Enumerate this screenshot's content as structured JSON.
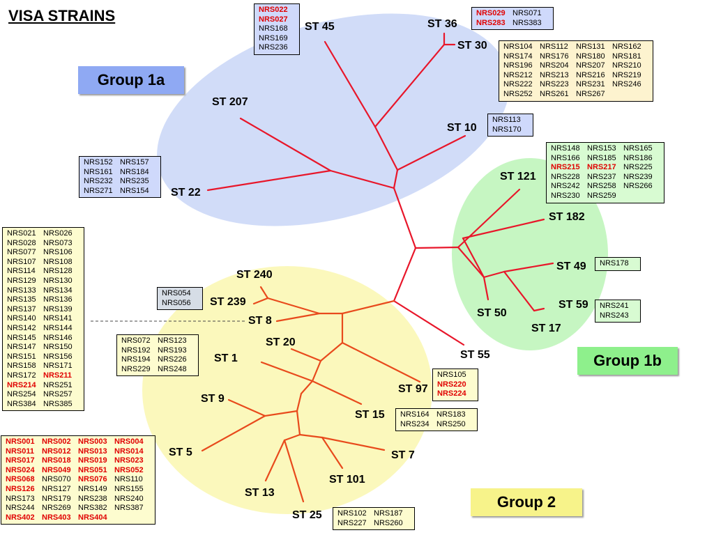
{
  "title": "VISA STRAINS",
  "groups": [
    {
      "id": "g1a",
      "label": "Group 1a",
      "color": "#8fa9f3"
    },
    {
      "id": "g1b",
      "label": "Group 1b",
      "color": "#8ef08c"
    },
    {
      "id": "g2",
      "label": "Group 2",
      "color": "#f7f38a"
    }
  ],
  "colors": {
    "tree_group1": "#e8162a",
    "tree_group2": "#e84a1c",
    "strain_highlight": "#e00000",
    "box_group1a": "#cfd9fb",
    "box_st30": "#fdf3cf",
    "box_group1b": "#d8fbd2",
    "box_group2": "#fdfccf",
    "box_st239": "#d6dde6"
  },
  "st_labels": [
    "ST 45",
    "ST 36",
    "ST 30",
    "ST 207",
    "ST 10",
    "ST 22",
    "ST 121",
    "ST 182",
    "ST 49",
    "ST 59",
    "ST 50",
    "ST 17",
    "ST 55",
    "ST 240",
    "ST 239",
    "ST 8",
    "ST 20",
    "ST 1",
    "ST 97",
    "ST 9",
    "ST 15",
    "ST 5",
    "ST 7",
    "ST 101",
    "ST 13",
    "ST 25"
  ],
  "boxes": [
    {
      "id": "box-st45",
      "rows": [
        [
          {
            "t": "NRS022",
            "r": true
          }
        ],
        [
          {
            "t": "NRS027",
            "r": true
          }
        ],
        [
          {
            "t": "NRS168"
          }
        ],
        [
          {
            "t": "NRS169"
          }
        ],
        [
          {
            "t": "NRS236"
          }
        ]
      ]
    },
    {
      "id": "box-st36",
      "rows": [
        [
          {
            "t": "NRS029",
            "r": true
          },
          {
            "t": "NRS071"
          }
        ],
        [
          {
            "t": "NRS283",
            "r": true
          },
          {
            "t": "NRS383"
          }
        ]
      ]
    },
    {
      "id": "box-st30",
      "rows": [
        [
          {
            "t": "NRS104"
          },
          {
            "t": "NRS112"
          },
          {
            "t": "NRS131"
          },
          {
            "t": "NRS162"
          }
        ],
        [
          {
            "t": "NRS174"
          },
          {
            "t": "NRS176"
          },
          {
            "t": "NRS180"
          },
          {
            "t": "NRS181"
          }
        ],
        [
          {
            "t": "NRS196"
          },
          {
            "t": "NRS204"
          },
          {
            "t": "NRS207"
          },
          {
            "t": "NRS210"
          }
        ],
        [
          {
            "t": "NRS212"
          },
          {
            "t": "NRS213"
          },
          {
            "t": "NRS216"
          },
          {
            "t": "NRS219"
          }
        ],
        [
          {
            "t": "NRS222"
          },
          {
            "t": "NRS223"
          },
          {
            "t": "NRS231"
          },
          {
            "t": "NRS246"
          }
        ],
        [
          {
            "t": "NRS252"
          },
          {
            "t": "NRS261"
          },
          {
            "t": "NRS267"
          }
        ]
      ]
    },
    {
      "id": "box-st10",
      "rows": [
        [
          {
            "t": "NRS113"
          }
        ],
        [
          {
            "t": "NRS170"
          }
        ]
      ]
    },
    {
      "id": "box-st22",
      "rows": [
        [
          {
            "t": "NRS152"
          },
          {
            "t": "NRS157"
          }
        ],
        [
          {
            "t": "NRS161"
          },
          {
            "t": "NRS184"
          }
        ],
        [
          {
            "t": "NRS232"
          },
          {
            "t": "NRS235"
          }
        ],
        [
          {
            "t": "NRS271"
          },
          {
            "t": "NRS154"
          }
        ]
      ]
    },
    {
      "id": "box-st121",
      "rows": [
        [
          {
            "t": "NRS148"
          },
          {
            "t": "NRS153"
          },
          {
            "t": "NRS165"
          }
        ],
        [
          {
            "t": "NRS166"
          },
          {
            "t": "NRS185"
          },
          {
            "t": "NRS186"
          }
        ],
        [
          {
            "t": "NRS215",
            "r": true
          },
          {
            "t": "NRS217",
            "r": true
          },
          {
            "t": "NRS225"
          }
        ],
        [
          {
            "t": "NRS228"
          },
          {
            "t": "NRS237"
          },
          {
            "t": "NRS239"
          }
        ],
        [
          {
            "t": "NRS242"
          },
          {
            "t": "NRS258"
          },
          {
            "t": "NRS266"
          }
        ],
        [
          {
            "t": "NRS230"
          },
          {
            "t": "NRS259"
          }
        ]
      ]
    },
    {
      "id": "box-st49",
      "rows": [
        [
          {
            "t": "NRS178"
          }
        ]
      ]
    },
    {
      "id": "box-st59",
      "rows": [
        [
          {
            "t": "NRS241"
          }
        ],
        [
          {
            "t": "NRS243"
          }
        ]
      ]
    },
    {
      "id": "box-st8",
      "rows": [
        [
          {
            "t": "NRS021"
          },
          {
            "t": "NRS026"
          }
        ],
        [
          {
            "t": "NRS028"
          },
          {
            "t": "NRS073"
          }
        ],
        [
          {
            "t": "NRS077"
          },
          {
            "t": "NRS106"
          }
        ],
        [
          {
            "t": "NRS107"
          },
          {
            "t": "NRS108"
          }
        ],
        [
          {
            "t": "NRS114"
          },
          {
            "t": "NRS128"
          }
        ],
        [
          {
            "t": "NRS129"
          },
          {
            "t": "NRS130"
          }
        ],
        [
          {
            "t": "NRS133"
          },
          {
            "t": "NRS134"
          }
        ],
        [
          {
            "t": "NRS135"
          },
          {
            "t": "NRS136"
          }
        ],
        [
          {
            "t": "NRS137"
          },
          {
            "t": "NRS139"
          }
        ],
        [
          {
            "t": "NRS140"
          },
          {
            "t": "NRS141"
          }
        ],
        [
          {
            "t": "NRS142"
          },
          {
            "t": "NRS144"
          }
        ],
        [
          {
            "t": "NRS145"
          },
          {
            "t": "NRS146"
          }
        ],
        [
          {
            "t": "NRS147"
          },
          {
            "t": "NRS150"
          }
        ],
        [
          {
            "t": "NRS151"
          },
          {
            "t": "NRS156"
          }
        ],
        [
          {
            "t": "NRS158"
          },
          {
            "t": "NRS171"
          }
        ],
        [
          {
            "t": "NRS172"
          },
          {
            "t": "NRS211",
            "r": true
          }
        ],
        [
          {
            "t": "NRS214",
            "r": true
          },
          {
            "t": "NRS251"
          }
        ],
        [
          {
            "t": "NRS254"
          },
          {
            "t": "NRS257"
          }
        ],
        [
          {
            "t": "NRS384"
          },
          {
            "t": "NRS385"
          }
        ]
      ]
    },
    {
      "id": "box-st239",
      "rows": [
        [
          {
            "t": "NRS054"
          }
        ],
        [
          {
            "t": "NRS056"
          }
        ]
      ]
    },
    {
      "id": "box-st1",
      "rows": [
        [
          {
            "t": "NRS072"
          },
          {
            "t": "NRS123"
          }
        ],
        [
          {
            "t": "NRS192"
          },
          {
            "t": "NRS193"
          }
        ],
        [
          {
            "t": "NRS194"
          },
          {
            "t": "NRS226"
          }
        ],
        [
          {
            "t": "NRS229"
          },
          {
            "t": "NRS248"
          }
        ]
      ]
    },
    {
      "id": "box-st97",
      "rows": [
        [
          {
            "t": "NRS105"
          }
        ],
        [
          {
            "t": "NRS220",
            "r": true
          }
        ],
        [
          {
            "t": "NRS224",
            "r": true
          }
        ]
      ]
    },
    {
      "id": "box-st15",
      "rows": [
        [
          {
            "t": "NRS164"
          },
          {
            "t": "NRS183"
          }
        ],
        [
          {
            "t": "NRS234"
          },
          {
            "t": "NRS250"
          }
        ]
      ]
    },
    {
      "id": "box-st5",
      "rows": [
        [
          {
            "t": "NRS001",
            "r": true
          },
          {
            "t": "NRS002",
            "r": true
          },
          {
            "t": "NRS003",
            "r": true
          },
          {
            "t": "NRS004",
            "r": true
          }
        ],
        [
          {
            "t": "NRS011",
            "r": true
          },
          {
            "t": "NRS012",
            "r": true
          },
          {
            "t": "NRS013",
            "r": true
          },
          {
            "t": "NRS014",
            "r": true
          }
        ],
        [
          {
            "t": "NRS017",
            "r": true
          },
          {
            "t": "NRS018",
            "r": true
          },
          {
            "t": "NRS019",
            "r": true
          },
          {
            "t": "NRS023",
            "r": true
          }
        ],
        [
          {
            "t": "NRS024",
            "r": true
          },
          {
            "t": "NRS049",
            "r": true
          },
          {
            "t": "NRS051",
            "r": true
          },
          {
            "t": "NRS052",
            "r": true
          }
        ],
        [
          {
            "t": "NRS068",
            "r": true
          },
          {
            "t": "NRS070"
          },
          {
            "t": "NRS076",
            "r": true
          },
          {
            "t": "NRS110"
          }
        ],
        [
          {
            "t": "NRS126",
            "r": true
          },
          {
            "t": "NRS127"
          },
          {
            "t": "NRS149"
          },
          {
            "t": "NRS155"
          }
        ],
        [
          {
            "t": "NRS173"
          },
          {
            "t": "NRS179"
          },
          {
            "t": "NRS238"
          },
          {
            "t": "NRS240"
          }
        ],
        [
          {
            "t": "NRS244"
          },
          {
            "t": "NRS269"
          },
          {
            "t": "NRS382"
          },
          {
            "t": "NRS387"
          }
        ],
        [
          {
            "t": "NRS402",
            "r": true
          },
          {
            "t": "NRS403",
            "r": true
          },
          {
            "t": "NRS404",
            "r": true
          }
        ]
      ]
    },
    {
      "id": "box-st25",
      "rows": [
        [
          {
            "t": "NRS102"
          },
          {
            "t": "NRS187"
          }
        ],
        [
          {
            "t": "NRS227"
          },
          {
            "t": "NRS260"
          }
        ]
      ]
    }
  ]
}
